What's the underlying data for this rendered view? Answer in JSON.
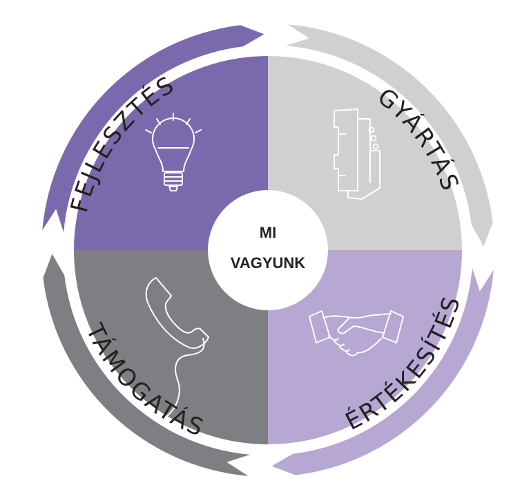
{
  "center": {
    "line1": "MI",
    "line2": "VAGYUNK"
  },
  "stages": [
    {
      "label": "FEJLESZTÉS",
      "color": "#7a6aad",
      "icon": "lightbulb-icon"
    },
    {
      "label": "GYÁRTÁS",
      "color": "#d0d0d2",
      "icon": "din-rail-device-icon"
    },
    {
      "label": "ÉRTÉKESÍTÉS",
      "color": "#b6a7d3",
      "icon": "handshake-icon"
    },
    {
      "label": "TÁMOGATÁS",
      "color": "#7e7f82",
      "icon": "telephone-icon"
    }
  ]
}
